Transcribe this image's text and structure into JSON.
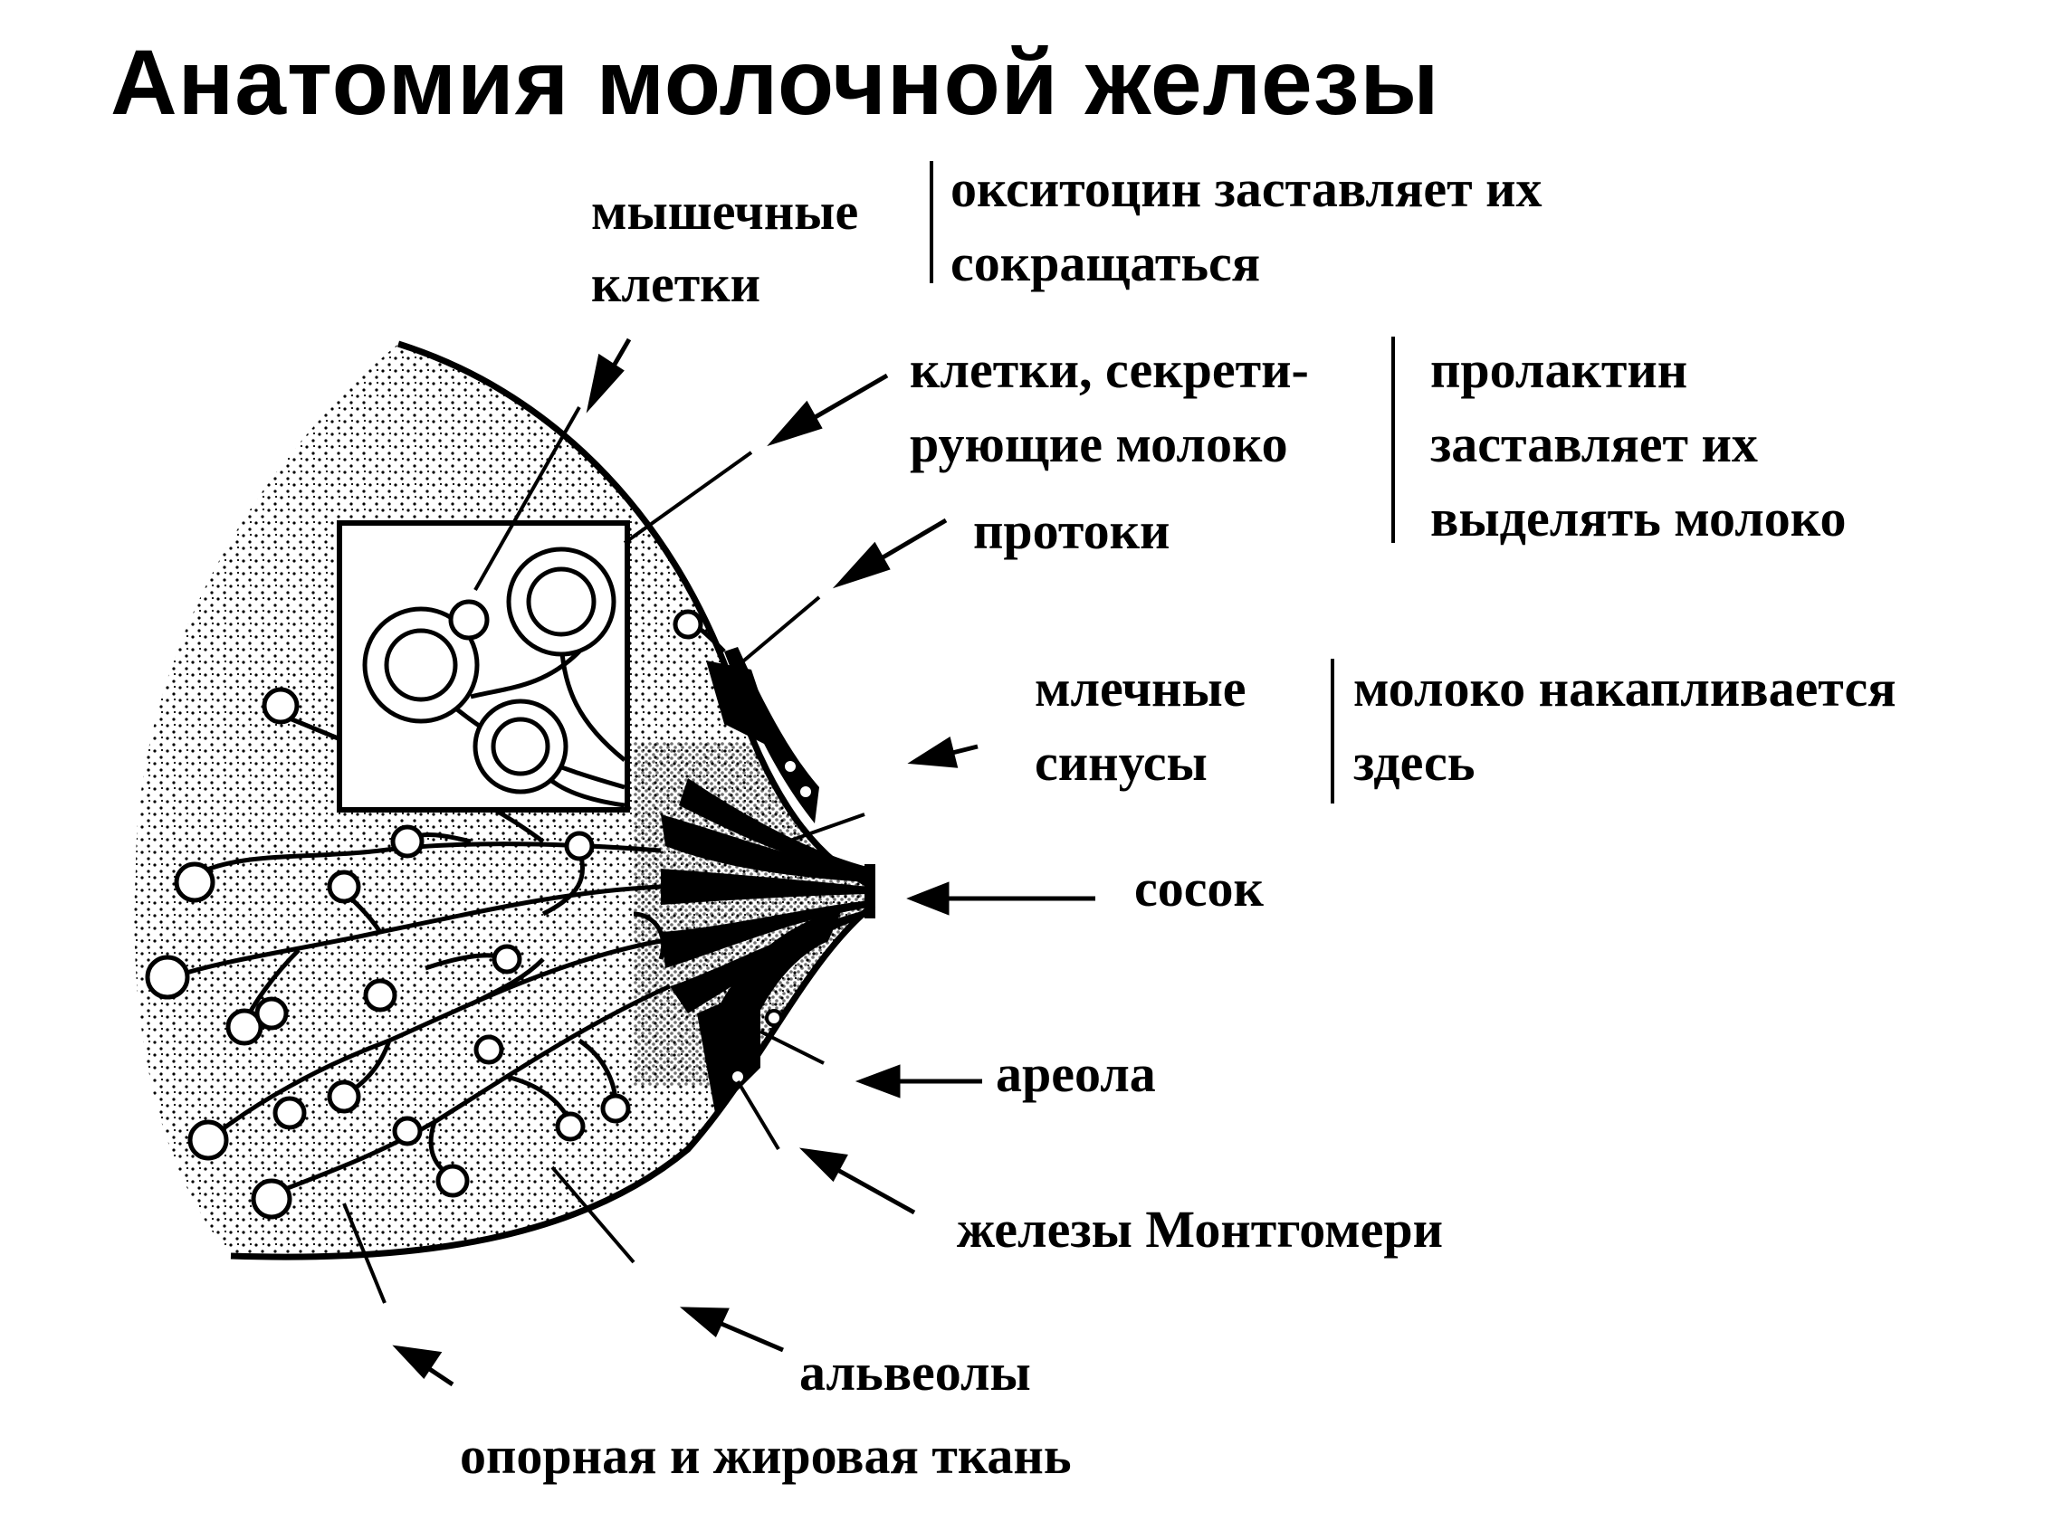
{
  "title": "Анатомия молочной железы",
  "labels": {
    "muscle_cells": [
      "мышечные",
      "клетки"
    ],
    "muscle_cells_note": [
      "окситоцин заставляет их",
      "сокращаться"
    ],
    "secreting_cells": [
      "клетки, секрети-",
      "рующие молоко"
    ],
    "secreting_cells_note": [
      "пролактин",
      "заставляет их",
      "выделять молоко"
    ],
    "ducts": "протоки",
    "milk_sinuses": [
      "млечные",
      "синусы"
    ],
    "milk_sinuses_note": [
      "молоко накапливается",
      "здесь"
    ],
    "nipple": "сосок",
    "areola": "ареола",
    "montgomery_glands": "железы Монтгомери",
    "alveoli": "альвеолы",
    "support_fat_tissue": "опорная и жировая ткань"
  }
}
